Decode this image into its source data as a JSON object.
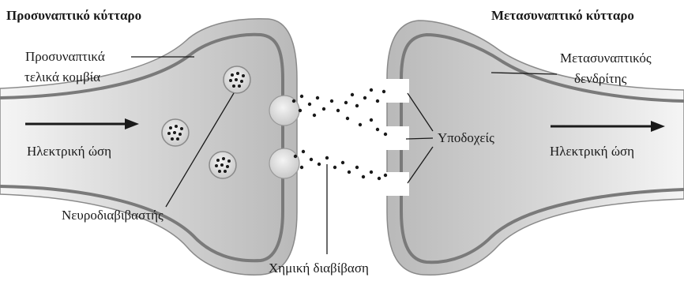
{
  "titles": {
    "presynaptic_cell": "Προσυναπτικό κύτταρο",
    "postsynaptic_cell": "Μετασυναπτικό κύτταρο"
  },
  "labels": {
    "presynaptic_terminals_line1": "Προσυναπτικά",
    "presynaptic_terminals_line2": "τελικά κομβία",
    "postsynaptic_dendrite_line1": "Μετασυναπτικός",
    "postsynaptic_dendrite_line2": "δενδρίτης",
    "receptors": "Υποδοχείς",
    "electrical_impulse_left": "Ηλεκτρική ώση",
    "electrical_impulse_right": "Ηλεκτρική ώση",
    "neurotransmitter": "Νευροδιαβιβαστής",
    "chemical_transmission": "Χημική διαβίβαση"
  },
  "colors": {
    "membrane_fill": "#c8c8c8",
    "membrane_outline": "#6e6e6e",
    "vesicle_fill": "#e6e6e6",
    "dot": "#1a1a1a",
    "arrow": "#1a1a1a"
  }
}
